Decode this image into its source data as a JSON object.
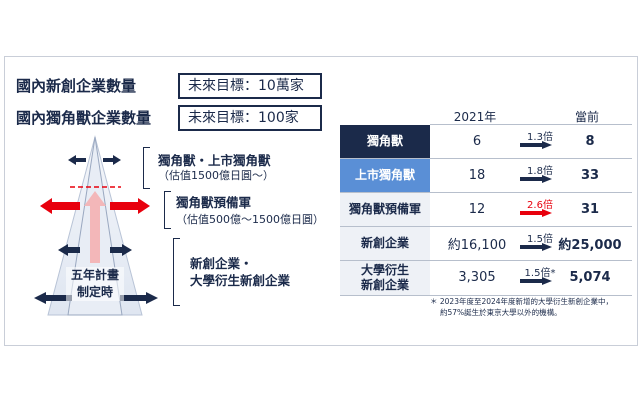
{
  "header": {
    "domestic_startups_label": "國內新創企業數量",
    "domestic_startups_target": "未來目標：10萬家",
    "domestic_unicorn_label": "國內獨角獸企業數量",
    "domestic_unicorn_target": "未來目標：100家"
  },
  "pyramid": {
    "tier1_title": "獨角獸・上市獨角獸",
    "tier1_sub": "（估值1500億日圓～）",
    "tier2_title": "獨角獸預備軍",
    "tier2_sub": "（估值500億～1500億日圓）",
    "tier3_line1": "新創企業・",
    "tier3_line2": "大學衍生新創企業",
    "plan_line1": "五年計畫",
    "plan_line2": "制定時",
    "colors": {
      "navy": "#1b2a4a",
      "red": "#e8000d",
      "pink": "#f3b7b9",
      "pyramid_fill": "#e6ebf3"
    }
  },
  "table": {
    "col_2021": "2021年",
    "col_now": "當前",
    "rows": [
      {
        "label": "獨角獸",
        "v2021": "6",
        "mult": "1.3倍",
        "now": "8",
        "bg": "#1b2a4a",
        "arrow": "#1b2a4a",
        "mult_color": "#1b2a4a"
      },
      {
        "label": "上市獨角獸",
        "v2021": "18",
        "mult": "1.8倍",
        "now": "33",
        "bg": "#5a8fd6",
        "arrow": "#1b2a4a",
        "mult_color": "#1b2a4a"
      },
      {
        "label": "獨角獸預備軍",
        "v2021": "12",
        "mult": "2.6倍",
        "now": "31",
        "bg": "#eef1f6",
        "arrow": "#e8000d",
        "mult_color": "#e8000d"
      },
      {
        "label": "新創企業",
        "v2021": "約16,100",
        "mult": "1.5倍",
        "now": "約25,000",
        "bg": "#eef1f6",
        "arrow": "#1b2a4a",
        "mult_color": "#1b2a4a"
      },
      {
        "label_line1": "大學衍生",
        "label_line2": "新創企業",
        "v2021": "3,305",
        "mult": "1.5倍*",
        "now": "5,074",
        "bg": "#eef1f6",
        "arrow": "#1b2a4a",
        "mult_color": "#1b2a4a"
      }
    ],
    "note_line1": "＊ 2023年度至2024年度新增的大學衍生新創企業中，",
    "note_line2": "約57%誕生於東京大學以外的機構。"
  }
}
